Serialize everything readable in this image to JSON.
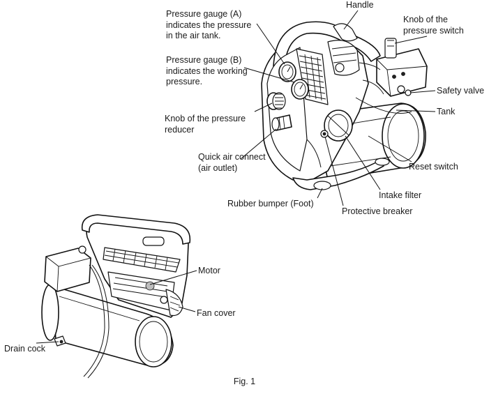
{
  "labels": {
    "gauge_a": "Pressure gauge (A)\nindicates the pressure\nin the air tank.",
    "gauge_b": "Pressure gauge (B)\nindicates the working\npressure.",
    "knob_reducer": "Knob of the pressure\nreducer",
    "quick_connect": "Quick air connect\n(air outlet)",
    "rubber_bumper": "Rubber bumper (Foot)",
    "handle": "Handle",
    "knob_switch": "Knob of the\npressure switch",
    "safety_valve": "Safety valve",
    "tank": "Tank",
    "reset_switch": "Reset switch",
    "intake_filter": "Intake filter",
    "protective_breaker": "Protective breaker",
    "motor": "Motor",
    "fan_cover": "Fan cover",
    "drain_cock": "Drain cock"
  },
  "caption": "Fig. 1"
}
